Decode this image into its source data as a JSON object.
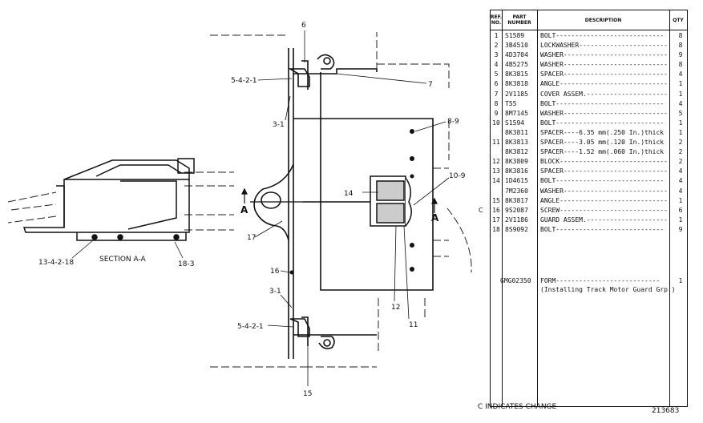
{
  "table": {
    "headers": {
      "ref_line1": "REF.",
      "ref_line2": "NO.",
      "part_line1": "PART",
      "part_line2": "NUMBER",
      "description": "DESCRIPTION",
      "qty": "QTY"
    },
    "rows": [
      {
        "ref": "1",
        "part": "S1589",
        "desc": "BOLT----------------------------",
        "qty": "8"
      },
      {
        "ref": "2",
        "part": "3B4510",
        "desc": "LOCKWASHER------------------------",
        "qty": "8"
      },
      {
        "ref": "3",
        "part": "4D3704",
        "desc": "WASHER---------------------------",
        "qty": "9"
      },
      {
        "ref": "4",
        "part": "4B5275",
        "desc": "WASHER---------------------------",
        "qty": "8"
      },
      {
        "ref": "5",
        "part": "8K3815",
        "desc": "SPACER---------------------------",
        "qty": "4"
      },
      {
        "ref": "6",
        "part": "8K3818",
        "desc": "ANGLE----------------------------",
        "qty": "1"
      },
      {
        "ref": "7",
        "part": "2V1185",
        "desc": "COVER ASSEM.---------------------",
        "qty": "1"
      },
      {
        "ref": "8",
        "part": "T55",
        "desc": "BOLT----------------------------",
        "qty": "4"
      },
      {
        "ref": "9",
        "part": "8M7145",
        "desc": "WASHER---------------------------",
        "qty": "5"
      },
      {
        "ref": "10",
        "part": "S1594",
        "desc": "BOLT----------------------------",
        "qty": "1"
      },
      {
        "ref": "",
        "part": "8K3811",
        "desc": "SPACER----6.35 mm(.250 In.)thick",
        "qty": "1"
      },
      {
        "ref": "11",
        "part": "8K3813",
        "desc": "SPACER----3.05 mm(.120 In.)thick",
        "qty": "2"
      },
      {
        "ref": "",
        "part": "8K3812",
        "desc": "SPACER----1.52 mm(.060 In.)thick",
        "qty": "2"
      },
      {
        "ref": "12",
        "part": "8K3809",
        "desc": "BLOCK----------------------------",
        "qty": "2"
      },
      {
        "ref": "13",
        "part": "8K3816",
        "desc": "SPACER---------------------------",
        "qty": "4"
      },
      {
        "ref": "14",
        "part": "1D4615",
        "desc": "BOLT----------------------------",
        "qty": "4"
      },
      {
        "ref": "",
        "part": "7M2360",
        "desc": "WASHER---------------------------",
        "qty": "4"
      },
      {
        "ref": "15",
        "part": "8K3817",
        "desc": "ANGLE----------------------------",
        "qty": "1"
      },
      {
        "ref": "16",
        "part": "9S2087",
        "desc": "SCREW----------------------------",
        "qty": "6"
      },
      {
        "ref": "17",
        "part": "2V1186",
        "desc": "GUARD ASSEM.---------------------",
        "qty": "1"
      },
      {
        "ref": "18",
        "part": "8S9092",
        "desc": "BOLT----------------------------",
        "qty": "9"
      }
    ],
    "form_row": {
      "part": "GMG02350",
      "desc_line1": "FORM---------------------------",
      "desc_line2": "(Installing Track Motor Guard Grp.)",
      "qty": "1"
    }
  },
  "change_marker": "C",
  "footer_note": "C INDICATES CHANGE",
  "drawing_number": "213683",
  "callouts": {
    "c6": "6",
    "c5421_top": "5-4-2-1",
    "c7": "7",
    "c31_top": "3-1",
    "c89": "8-9",
    "c109": "10-9",
    "c14": "14",
    "c17": "17",
    "c16": "16",
    "c31_bottom": "3-1",
    "c5421_bottom": "5-4-2-1",
    "c15": "15",
    "c12": "12",
    "c11": "11",
    "c134218": "13-4-2-18",
    "c183": "18-3",
    "section_label": "SECTION A-A",
    "a_left": "A",
    "a_right": "A"
  }
}
